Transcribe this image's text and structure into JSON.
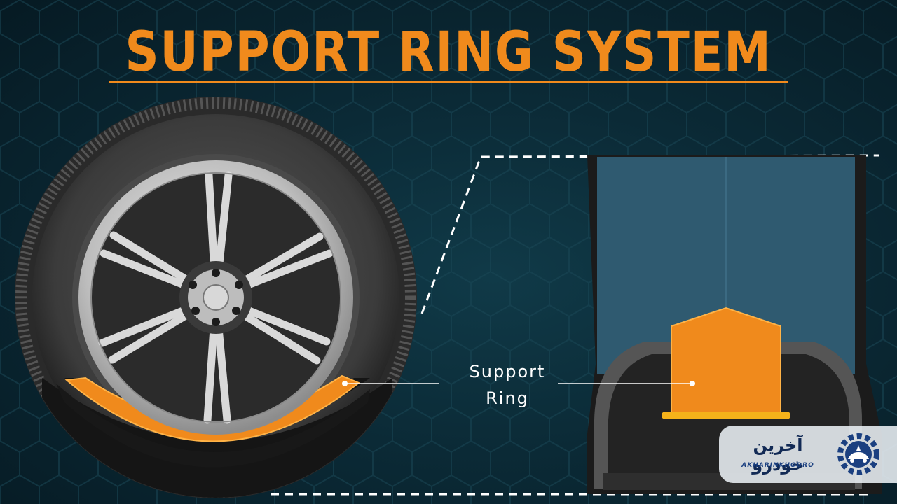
{
  "title": "SUPPORT RING SYSTEM",
  "callout": {
    "line1": "Support",
    "line2": "Ring"
  },
  "watermark": {
    "persian": "آخرین خودرو",
    "latin": "AKHARINKHODRO",
    "icon": "gear-car-logo"
  },
  "colors": {
    "accent": "#f08a1c",
    "ring": "#f08a1c",
    "background": "#0b2a36",
    "tire": "#1e1e1e",
    "tire_interior": "#2f5a70"
  },
  "icons": [
    "wheel-icon",
    "support-ring-icon",
    "tire-cross-section-icon",
    "gear-car-logo"
  ]
}
